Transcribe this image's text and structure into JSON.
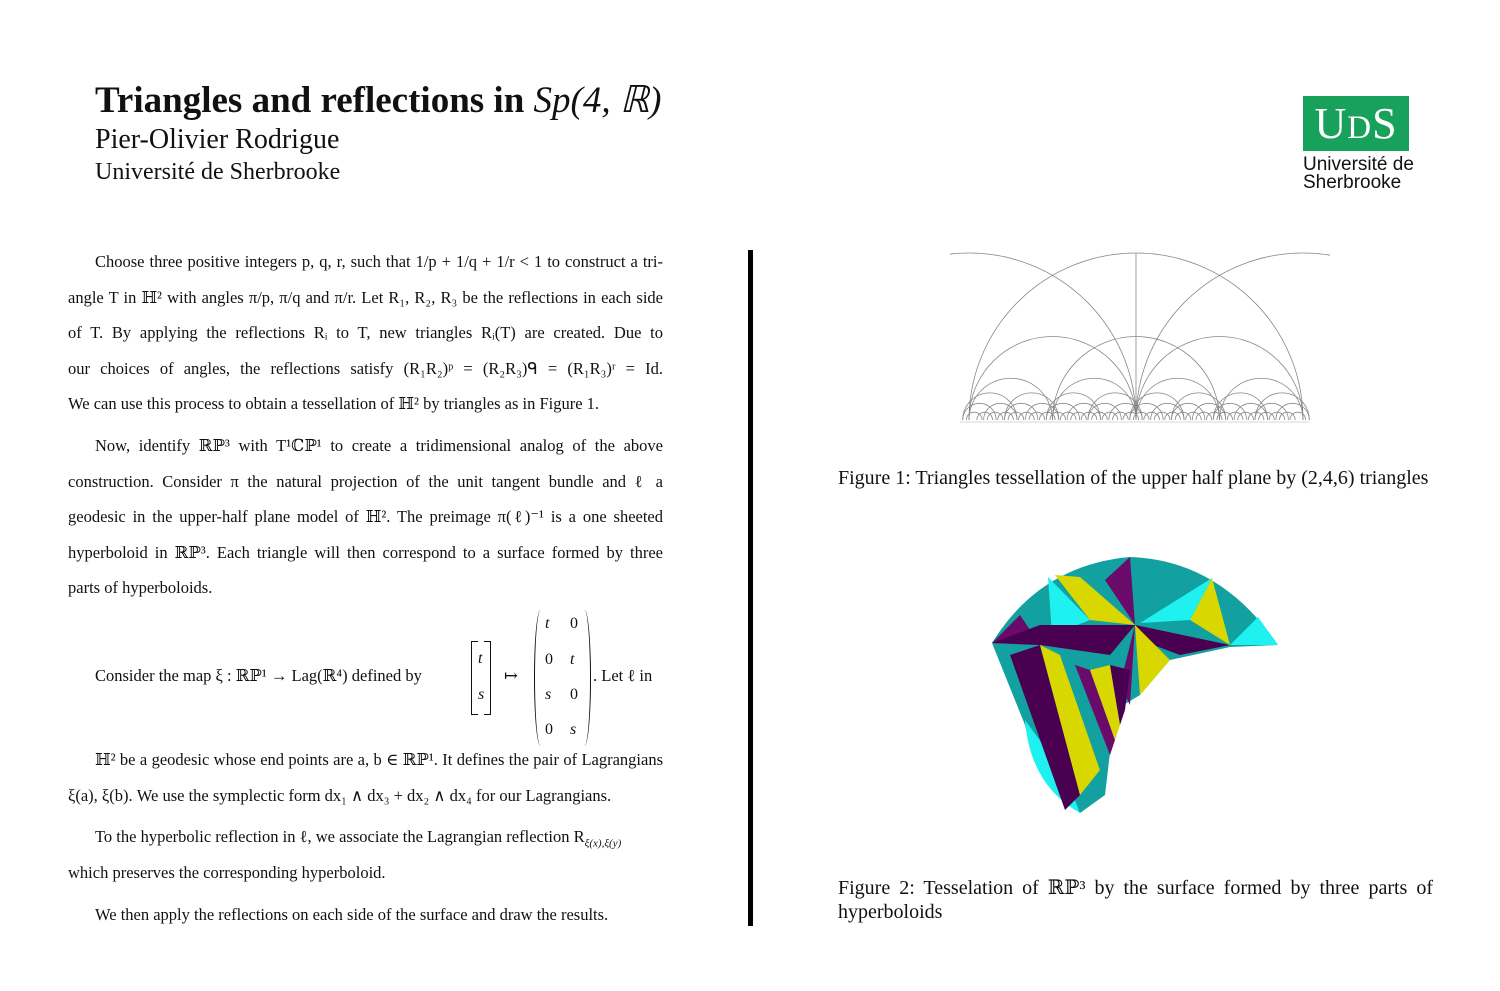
{
  "header": {
    "title_text": "Triangles and reflections in ",
    "title_math": "Sp(4, ℝ)",
    "author": "Pier-Olivier Rodrigue",
    "affiliation": "Université de Sherbrooke"
  },
  "logo": {
    "mark_U": "U",
    "mark_D": "D",
    "mark_S": "S",
    "line1": "Université de",
    "line2": "Sherbrooke",
    "color": "#18a15a"
  },
  "body": {
    "para1": [
      "Choose three positive integers p, q, r, such that 1/p + 1/q + 1/r < 1 to construct a tri-",
      "angle T in ℍ² with angles π/p, π/q and π/r. Let R₁, R₂, R₃ be the reflections in each side",
      "of T.  By applying the reflections Rᵢ to T, new triangles Rᵢ(T) are created.  Due to",
      "our choices of angles, the reflections satisfy (R₁R₂)ᵖ = (R₂R₃)ᑫ = (R₁R₃)ʳ = Id.",
      "We can use this process to obtain a tessellation of ℍ² by triangles as in Figure 1."
    ],
    "para2": [
      "Now, identify ℝℙ³ with T¹ℂℙ¹ to create a tridimensional analog of the above",
      "construction.  Consider π the natural projection of the unit tangent bundle and ℓ a",
      "geodesic in the upper-half plane model of ℍ². The preimage π(ℓ)⁻¹ is a one sheeted",
      "hyperboloid in ℝℙ³. Each triangle will then correspond to a surface formed by three",
      "parts of hyperboloids."
    ],
    "map_prefix": "Consider the map ξ : ℝℙ¹ → Lag(ℝ⁴) defined by",
    "map_arrow": "↦",
    "map_suffix": ". Let ℓ in",
    "vector": [
      "t",
      "s"
    ],
    "matrix": [
      "t",
      "0",
      "0",
      "t",
      "s",
      "0",
      "0",
      "s"
    ],
    "para3": [
      "ℍ² be a geodesic whose end points are a, b ∈ ℝℙ¹. It defines the pair of Lagrangians",
      "ξ(a), ξ(b). We use the symplectic form dx₁ ∧ dx₃ + dx₂ ∧ dx₄ for our Lagrangians."
    ],
    "para4": [
      "To the hyperbolic reflection in ℓ, we associate the Lagrangian reflection R",
      "which preserves the corresponding hyperboloid."
    ],
    "para4_sub": "ξ(x),ξ(y)",
    "para5": "We then apply the reflections on each side of the surface and draw the results."
  },
  "figures": {
    "fig1_caption": "Figure 1: Triangles tessellation of the upper half plane by (2,4,6) triangles",
    "fig2_caption": "Figure 2: Tesselation of ℝℙ³ by the surface formed by three parts of hyperboloids",
    "fig2_colors": {
      "teal": "#12a0a0",
      "cyan": "#1ff0f0",
      "yellow": "#d8d800",
      "purple": "#6a0a6a",
      "dark_purple": "#4a0050"
    }
  }
}
